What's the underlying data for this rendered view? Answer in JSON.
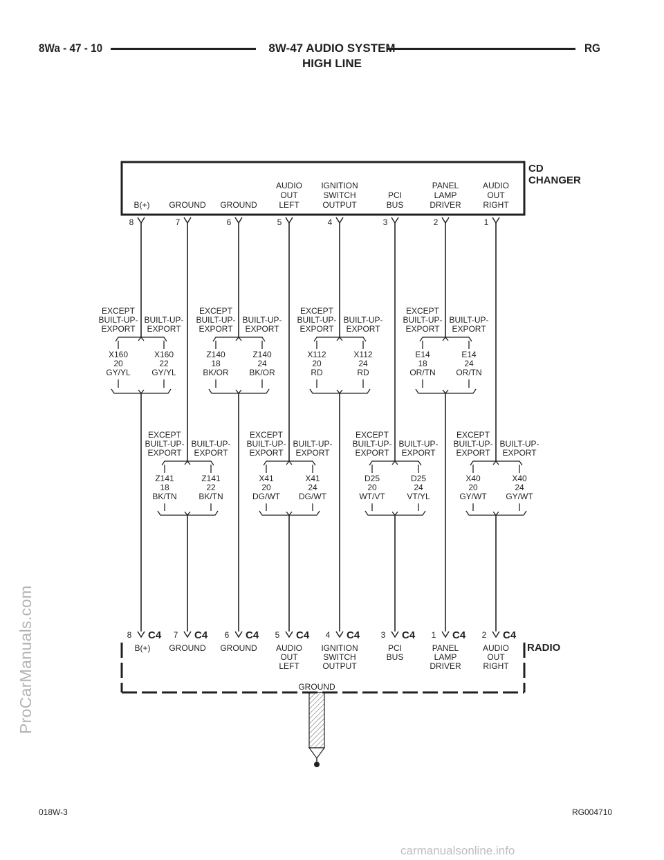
{
  "header": {
    "page_number": "8Wa - 47 - 10",
    "title": "8W-47 AUDIO SYSTEM",
    "subtitle": "HIGH LINE",
    "section_code": "RG"
  },
  "footer": {
    "figure_id": "018W-3",
    "reference_code": "RG004710"
  },
  "watermarks": {
    "side": "ProCarManuals.com",
    "bottom": "carmanualsonline.info"
  },
  "components": {
    "cd_changer": {
      "label_line1": "CD",
      "label_line2": "CHANGER"
    },
    "radio": {
      "label": "RADIO",
      "ground_label": "GROUND"
    }
  },
  "pins": [
    {
      "cd_pin": "8",
      "cd_label": [
        "B(+)"
      ],
      "radio_pin": "8",
      "connector": "C4",
      "radio_label": [
        "B(+)"
      ],
      "circuits": [
        {
          "option": [
            "EXCEPT",
            "BUILT-UP-",
            "EXPORT"
          ],
          "circuit": "X160",
          "gauge": "20",
          "color": "GY/YL"
        },
        {
          "option": [
            "BUILT-UP-",
            "EXPORT"
          ],
          "circuit": "X160",
          "gauge": "22",
          "color": "GY/YL"
        }
      ]
    },
    {
      "cd_pin": "7",
      "cd_label": [
        "GROUND"
      ],
      "radio_pin": "7",
      "connector": "C4",
      "radio_label": [
        "GROUND"
      ],
      "circuits": [
        {
          "option": [
            "EXCEPT",
            "BUILT-UP-",
            "EXPORT"
          ],
          "circuit": "Z141",
          "gauge": "18",
          "color": "BK/TN"
        },
        {
          "option": [
            "BUILT-UP-",
            "EXPORT"
          ],
          "circuit": "Z141",
          "gauge": "22",
          "color": "BK/TN"
        }
      ]
    },
    {
      "cd_pin": "6",
      "cd_label": [
        "GROUND"
      ],
      "radio_pin": "6",
      "connector": "C4",
      "radio_label": [
        "GROUND"
      ],
      "circuits": [
        {
          "option": [
            "EXCEPT",
            "BUILT-UP-",
            "EXPORT"
          ],
          "circuit": "Z140",
          "gauge": "18",
          "color": "BK/OR"
        },
        {
          "option": [
            "BUILT-UP-",
            "EXPORT"
          ],
          "circuit": "Z140",
          "gauge": "24",
          "color": "BK/OR"
        }
      ]
    },
    {
      "cd_pin": "5",
      "cd_label": [
        "AUDIO",
        "OUT",
        "LEFT"
      ],
      "radio_pin": "5",
      "connector": "C4",
      "radio_label": [
        "AUDIO",
        "OUT",
        "LEFT"
      ],
      "circuits": [
        {
          "option": [
            "EXCEPT",
            "BUILT-UP-",
            "EXPORT"
          ],
          "circuit": "X41",
          "gauge": "20",
          "color": "DG/WT"
        },
        {
          "option": [
            "BUILT-UP-",
            "EXPORT"
          ],
          "circuit": "X41",
          "gauge": "24",
          "color": "DG/WT"
        }
      ]
    },
    {
      "cd_pin": "4",
      "cd_label": [
        "IGNITION",
        "SWITCH",
        "OUTPUT"
      ],
      "radio_pin": "4",
      "connector": "C4",
      "radio_label": [
        "IGNITION",
        "SWITCH",
        "OUTPUT"
      ],
      "circuits": [
        {
          "option": [
            "EXCEPT",
            "BUILT-UP-",
            "EXPORT"
          ],
          "circuit": "X112",
          "gauge": "20",
          "color": "RD"
        },
        {
          "option": [
            "BUILT-UP-",
            "EXPORT"
          ],
          "circuit": "X112",
          "gauge": "24",
          "color": "RD"
        }
      ]
    },
    {
      "cd_pin": "3",
      "cd_label": [
        "PCI",
        "BUS"
      ],
      "radio_pin": "3",
      "connector": "C4",
      "radio_label": [
        "PCI",
        "BUS"
      ],
      "circuits": [
        {
          "option": [
            "EXCEPT",
            "BUILT-UP-",
            "EXPORT"
          ],
          "circuit": "D25",
          "gauge": "20",
          "color": "WT/VT"
        },
        {
          "option": [
            "BUILT-UP-",
            "EXPORT"
          ],
          "circuit": "D25",
          "gauge": "24",
          "color": "VT/YL"
        }
      ]
    },
    {
      "cd_pin": "2",
      "cd_label": [
        "PANEL",
        "LAMP",
        "DRIVER"
      ],
      "radio_pin": "1",
      "connector": "C4",
      "radio_label": [
        "PANEL",
        "LAMP",
        "DRIVER"
      ],
      "circuits": [
        {
          "option": [
            "EXCEPT",
            "BUILT-UP-",
            "EXPORT"
          ],
          "circuit": "E14",
          "gauge": "18",
          "color": "OR/TN"
        },
        {
          "option": [
            "BUILT-UP-",
            "EXPORT"
          ],
          "circuit": "E14",
          "gauge": "24",
          "color": "OR/TN"
        }
      ]
    },
    {
      "cd_pin": "1",
      "cd_label": [
        "AUDIO",
        "OUT",
        "RIGHT"
      ],
      "radio_pin": "2",
      "connector": "C4",
      "radio_label": [
        "AUDIO",
        "OUT",
        "RIGHT"
      ],
      "circuits": [
        {
          "option": [
            "EXCEPT",
            "BUILT-UP-",
            "EXPORT"
          ],
          "circuit": "X40",
          "gauge": "20",
          "color": "GY/WT"
        },
        {
          "option": [
            "BUILT-UP-",
            "EXPORT"
          ],
          "circuit": "X40",
          "gauge": "24",
          "color": "GY/WT"
        }
      ]
    }
  ]
}
